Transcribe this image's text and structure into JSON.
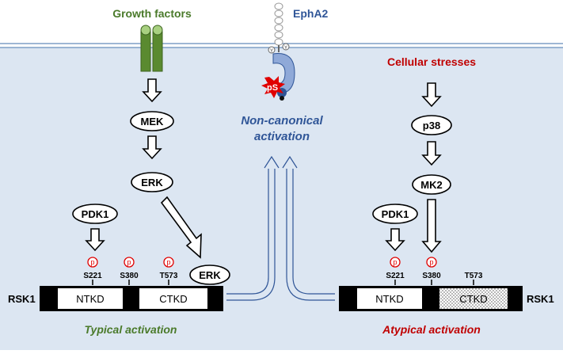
{
  "labels": {
    "growth_factors": "Growth factors",
    "epha2": "EphA2",
    "cellular_stresses": "Cellular stresses",
    "non_canonical_line1": "Non-canonical",
    "non_canonical_line2": "activation",
    "typical_activation": "Typical activation",
    "atypical_activation": "Atypical activation",
    "pS": "pS",
    "y_mark": "Y"
  },
  "left_pathway": {
    "mek": "MEK",
    "erk": "ERK",
    "pdk1": "PDK1",
    "erk_docked": "ERK",
    "p_mark": "p",
    "sites": [
      "S221",
      "S380",
      "T573"
    ],
    "rsk1": "RSK1",
    "ntkd": "NTKD",
    "ctkd": "CTKD"
  },
  "right_pathway": {
    "p38": "p38",
    "mk2": "MK2",
    "pdk1": "PDK1",
    "p_mark": "p",
    "sites": [
      "S221",
      "S380",
      "T573"
    ],
    "rsk1": "RSK1",
    "ntkd": "NTKD",
    "ctkd": "CTKD"
  },
  "colors": {
    "cytoplasm": "#dce6f2",
    "membrane_line": "#7f9fc6",
    "growth_green": "#4a7a2a",
    "epha2_blue": "#2f5597",
    "stress_red": "#c00000",
    "typical_green": "#4a7a2a",
    "atypical_red": "#c00000",
    "noncanonical_blue": "#2f5597",
    "phospho_red": "#e00000",
    "receptor_green": "#5a8a30"
  }
}
